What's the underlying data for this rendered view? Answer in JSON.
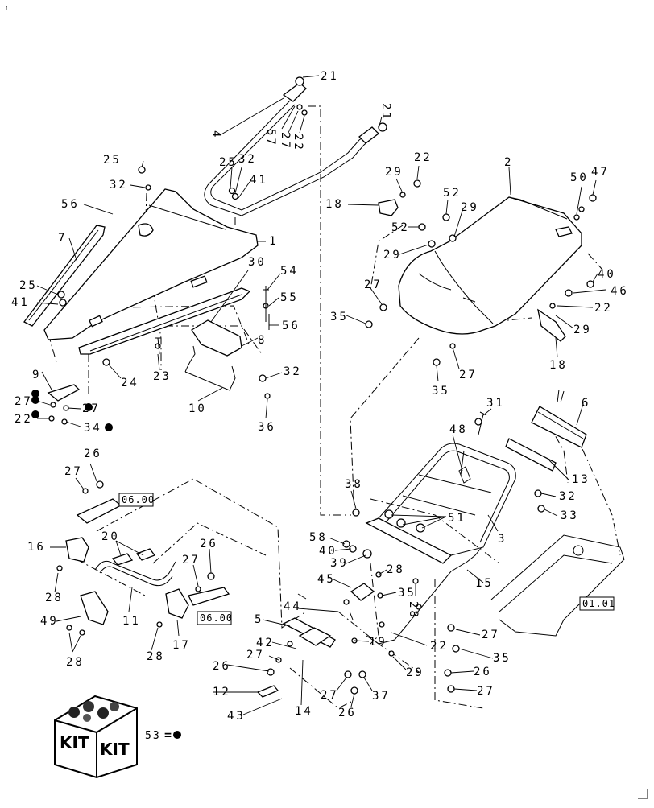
{
  "labels": [
    "21",
    "21",
    "4",
    "57",
    "27",
    "22",
    "25",
    "32",
    "41",
    "25",
    "32",
    "56",
    "2",
    "22",
    "29",
    "18",
    "52",
    "52",
    "29",
    "50",
    "47",
    "29",
    "1",
    "7",
    "25",
    "41",
    "30",
    "54",
    "55",
    "56",
    "27",
    "40",
    "46",
    "35",
    "22",
    "29",
    "18",
    "27",
    "35",
    "8",
    "24",
    "23",
    "32",
    "10",
    "9",
    "27",
    "27",
    "22",
    "34",
    "36",
    "31",
    "6",
    "48",
    "26",
    "27",
    "13",
    "32",
    "33",
    "38",
    "51",
    "3",
    "58",
    "40",
    "39",
    "45",
    "28",
    "35",
    "28",
    "15",
    "16",
    "20",
    "27",
    "26",
    "28",
    "11",
    "49",
    "28",
    "17",
    "28",
    "44",
    "5",
    "42",
    "19",
    "22",
    "29",
    "27",
    "35",
    "27",
    "26",
    "26",
    "37",
    "12",
    "43",
    "14",
    "27",
    "26",
    "27"
  ],
  "refs": [
    "06.00",
    "06.00",
    "01.01"
  ],
  "kit": {
    "box_text": [
      "KIT",
      "KIT"
    ],
    "legend_number": "53",
    "legend_equals": "="
  },
  "corner_mark": "r",
  "colors": {
    "ink": "#000000",
    "paper": "#ffffff"
  }
}
